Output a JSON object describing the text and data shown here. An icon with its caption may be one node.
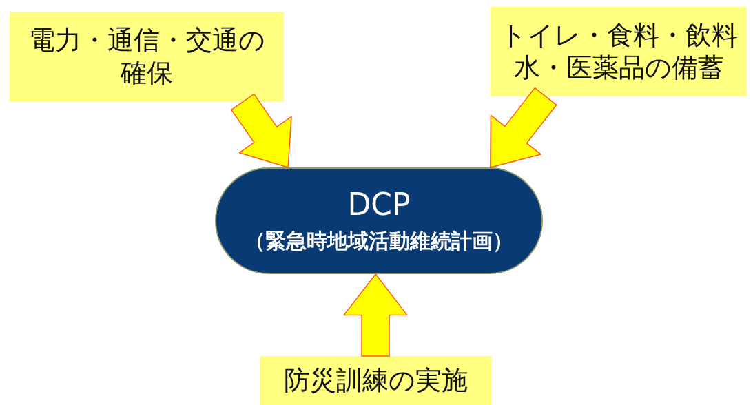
{
  "diagram": {
    "nodes": [
      {
        "text": [
          "電力・通信・交通の確保"
        ]
      },
      {
        "text": [
          "トイレ・食料・飲料水・医薬品の備蓄"
        ]
      },
      {
        "text": [
          "DCP",
          "（緊急時地域活動維続計画）"
        ]
      },
      {
        "text": [
          "防災訓練の実施"
        ]
      }
    ],
    "edges": [
      {
        "from": 0,
        "to": 2,
        "arrow": "to"
      },
      {
        "from": 1,
        "to": 2,
        "arrow": "to"
      },
      {
        "from": 3,
        "to": 2,
        "arrow": "to"
      }
    ]
  }
}
